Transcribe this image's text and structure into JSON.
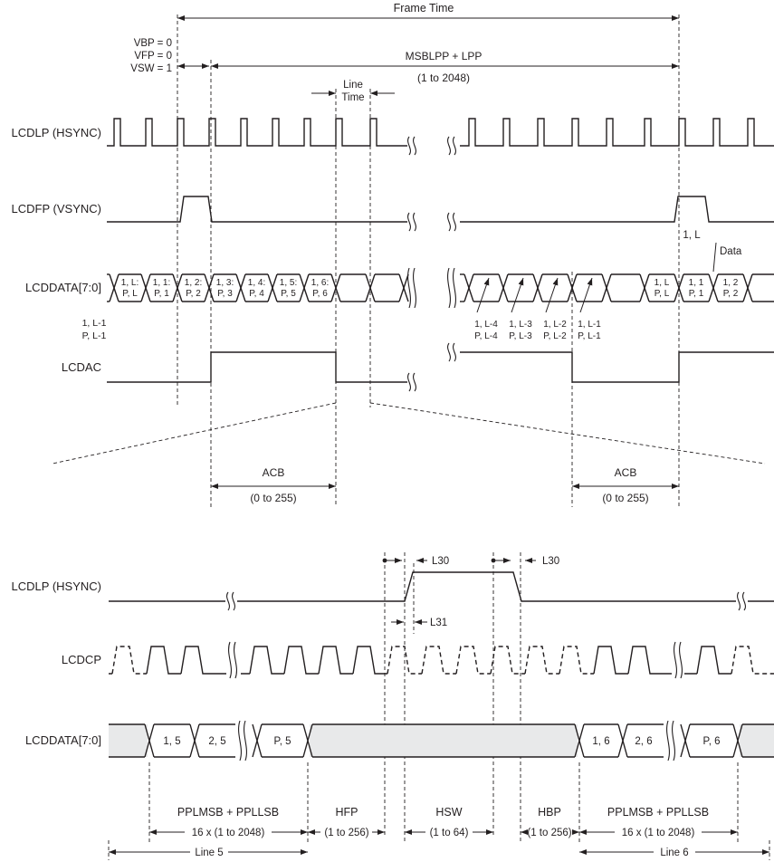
{
  "colors": {
    "ink": "#231f20",
    "gray": "#e8e9ea"
  },
  "top": {
    "frame_time": "Frame Time",
    "vbp": "VBP = 0",
    "vfp": "VFP = 0",
    "vsw": "VSW = 1",
    "msblpp_label": "MSBLPP + LPP",
    "msblpp_range": "(1 to 2048)",
    "line_word": "Line",
    "time_word": "Time",
    "signals": {
      "hsync": "LCDLP (HSYNC)",
      "vsync": "LCDFP (VSYNC)",
      "data": "LCDDATA[7:0]",
      "ac": "LCDAC"
    },
    "cells_left": [
      {
        "l1": "1, L:",
        "l2": "P, L"
      },
      {
        "l1": "1, 1:",
        "l2": "P, 1"
      },
      {
        "l1": "1, 2:",
        "l2": "P, 2"
      },
      {
        "l1": "1, 3:",
        "l2": "P, 3"
      },
      {
        "l1": "1, 4:",
        "l2": "P, 4"
      },
      {
        "l1": "1, 5:",
        "l2": "P, 5"
      },
      {
        "l1": "1, 6:",
        "l2": "P, 6"
      }
    ],
    "cells_right": [
      {
        "l1": "1, L",
        "l2": "P, L"
      },
      {
        "l1": "1, 1",
        "l2": "P, 1"
      },
      {
        "l1": "1, 2",
        "l2": "P, 2"
      }
    ],
    "pointer_labels": [
      {
        "l1": "1, L-4",
        "l2": "P, L-4"
      },
      {
        "l1": "1, L-3",
        "l2": "P, L-3"
      },
      {
        "l1": "1, L-2",
        "l2": "P, L-2"
      },
      {
        "l1": "1, L-1",
        "l2": "P, L-1"
      }
    ],
    "edge_label": {
      "l1": "1, L-1",
      "l2": "P, L-1"
    },
    "annotations": {
      "line_cell": "1, L",
      "data_word": "Data"
    },
    "acb": {
      "name": "ACB",
      "range": "(0 to 255)"
    }
  },
  "bottom": {
    "signals": {
      "hsync": "LCDLP (HSYNC)",
      "cp": "LCDCP",
      "data": "LCDDATA[7:0]"
    },
    "l30": "L30",
    "l31": "L31",
    "cells": [
      "1, 5",
      "2, 5",
      "P, 5",
      "1, 6",
      "2, 6",
      "P, 6"
    ],
    "meas": {
      "ppl_left": {
        "name": "PPLMSB + PPLLSB",
        "range": "16 x (1 to 2048)",
        "line": "Line 5"
      },
      "hfp": {
        "name": "HFP",
        "range": "(1 to 256)"
      },
      "hsw": {
        "name": "HSW",
        "range": "(1 to 64)"
      },
      "hbp": {
        "name": "HBP",
        "range": "(1 to 256)"
      },
      "ppl_right": {
        "name": "PPLMSB + PPLLSB",
        "range": "16 x (1 to 2048)",
        "line": "Line 6"
      }
    }
  }
}
